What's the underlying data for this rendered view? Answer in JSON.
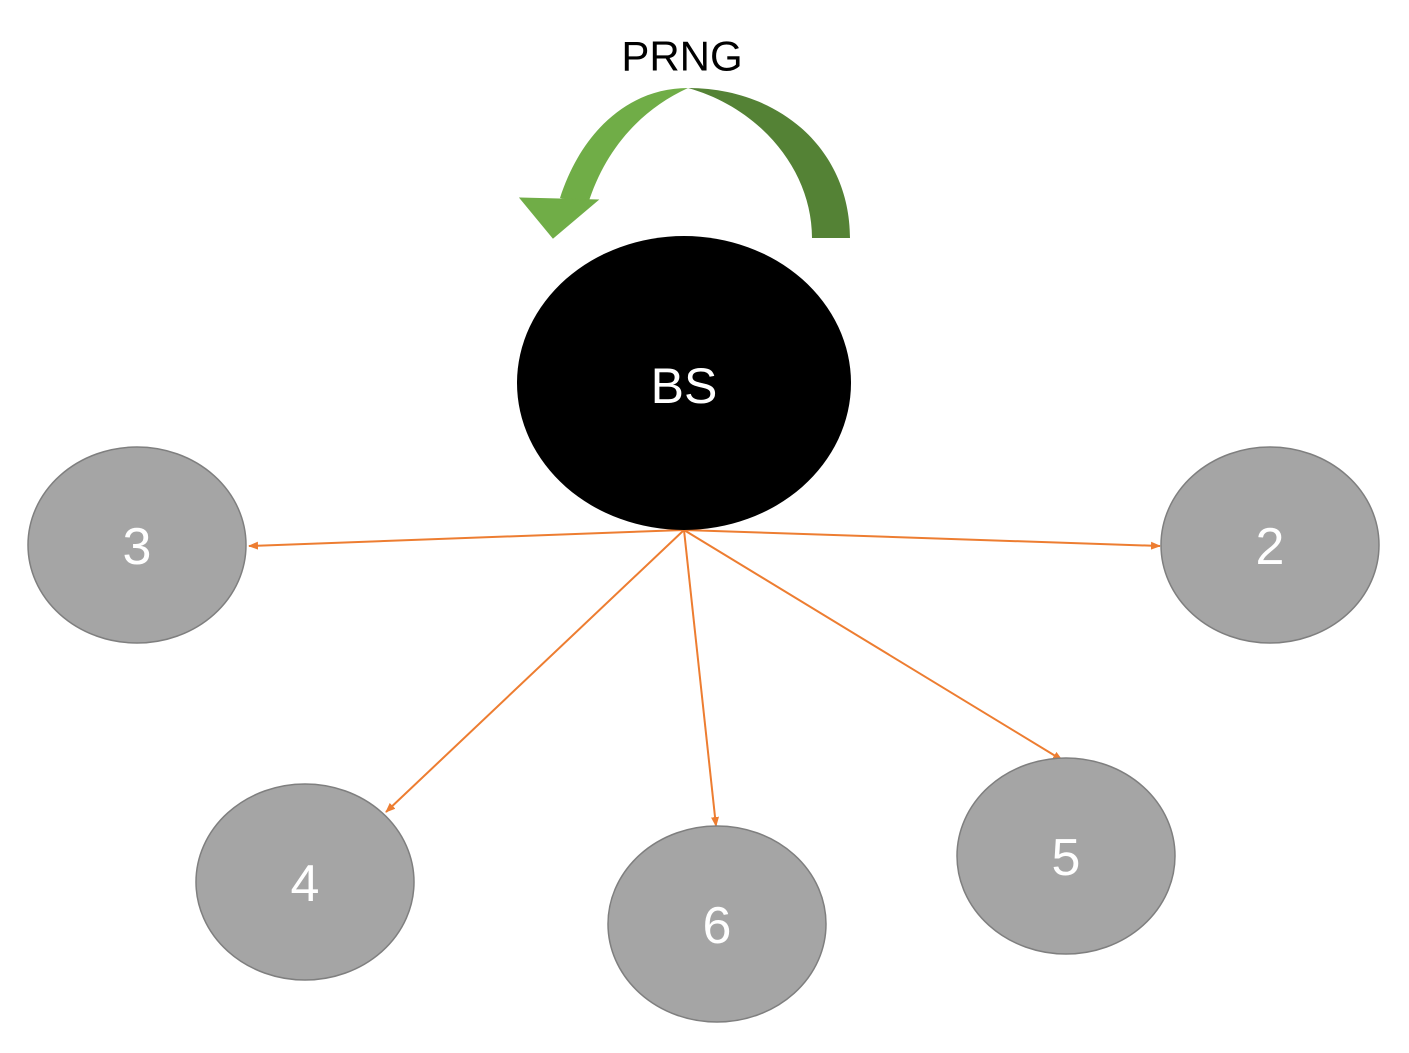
{
  "cycle": {
    "label": "PRNG",
    "color_light": "#70ad47",
    "color_dark": "#548235"
  },
  "hub": {
    "label": "BS",
    "color": "#000000"
  },
  "nodes": [
    {
      "label": "3"
    },
    {
      "label": "2"
    },
    {
      "label": "4"
    },
    {
      "label": "6"
    },
    {
      "label": "5"
    }
  ],
  "node_color": "#a5a5a5",
  "edge_color": "#ed7d31"
}
